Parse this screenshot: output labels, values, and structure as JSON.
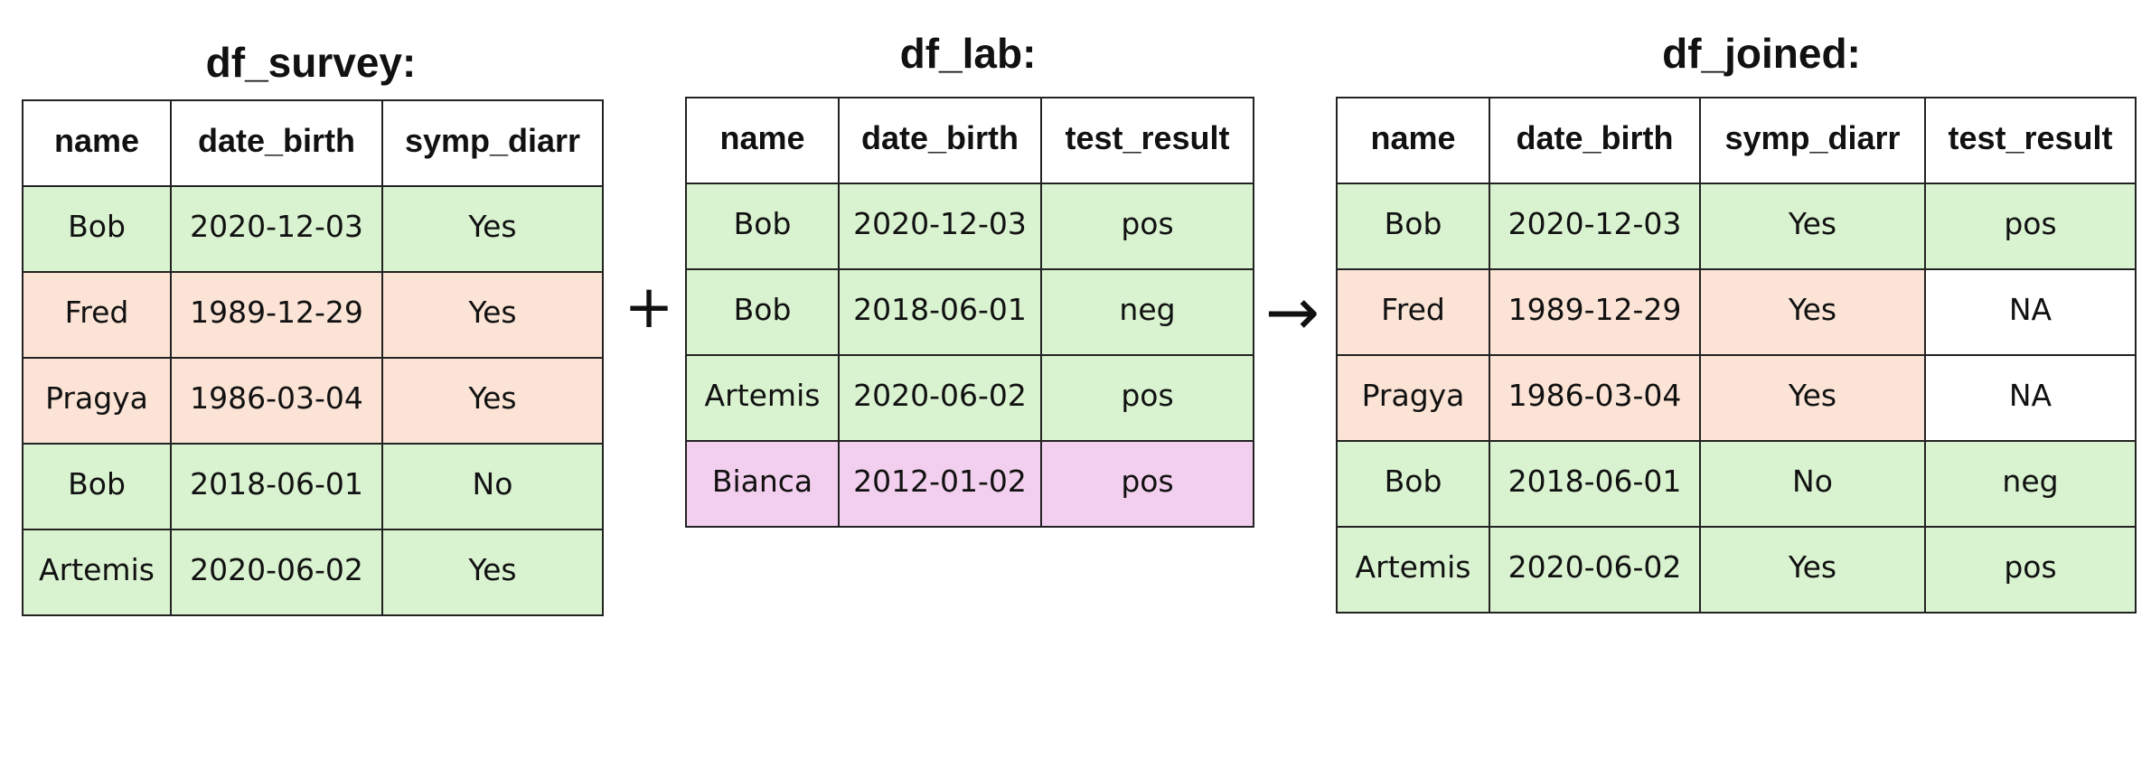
{
  "colors": {
    "match": "#d9f2d0",
    "unmatched_survey": "#fbe3d6",
    "unmatched_lab": "#f2cfee",
    "blank": "#ffffff",
    "border": "#222222"
  },
  "operators": {
    "plus": "+",
    "arrow": "→"
  },
  "tables": [
    {
      "title": "df_survey:",
      "columns": [
        "name",
        "date_birth",
        "symp_diarr"
      ],
      "rows": [
        {
          "cells": [
            "Bob",
            "2020-12-03",
            "Yes"
          ],
          "fills": [
            "match",
            "match",
            "match"
          ]
        },
        {
          "cells": [
            "Fred",
            "1989-12-29",
            "Yes"
          ],
          "fills": [
            "unmatched_survey",
            "unmatched_survey",
            "unmatched_survey"
          ]
        },
        {
          "cells": [
            "Pragya",
            "1986-03-04",
            "Yes"
          ],
          "fills": [
            "unmatched_survey",
            "unmatched_survey",
            "unmatched_survey"
          ]
        },
        {
          "cells": [
            "Bob",
            "2018-06-01",
            "No"
          ],
          "fills": [
            "match",
            "match",
            "match"
          ]
        },
        {
          "cells": [
            "Artemis",
            "2020-06-02",
            "Yes"
          ],
          "fills": [
            "match",
            "match",
            "match"
          ]
        }
      ]
    },
    {
      "title": "df_lab:",
      "columns": [
        "name",
        "date_birth",
        "test_result"
      ],
      "rows": [
        {
          "cells": [
            "Bob",
            "2020-12-03",
            "pos"
          ],
          "fills": [
            "match",
            "match",
            "match"
          ]
        },
        {
          "cells": [
            "Bob",
            "2018-06-01",
            "neg"
          ],
          "fills": [
            "match",
            "match",
            "match"
          ]
        },
        {
          "cells": [
            "Artemis",
            "2020-06-02",
            "pos"
          ],
          "fills": [
            "match",
            "match",
            "match"
          ]
        },
        {
          "cells": [
            "Bianca",
            "2012-01-02",
            "pos"
          ],
          "fills": [
            "unmatched_lab",
            "unmatched_lab",
            "unmatched_lab"
          ]
        }
      ]
    },
    {
      "title": "df_joined:",
      "columns": [
        "name",
        "date_birth",
        "symp_diarr",
        "test_result"
      ],
      "rows": [
        {
          "cells": [
            "Bob",
            "2020-12-03",
            "Yes",
            "pos"
          ],
          "fills": [
            "match",
            "match",
            "match",
            "match"
          ]
        },
        {
          "cells": [
            "Fred",
            "1989-12-29",
            "Yes",
            "NA"
          ],
          "fills": [
            "unmatched_survey",
            "unmatched_survey",
            "unmatched_survey",
            "blank"
          ]
        },
        {
          "cells": [
            "Pragya",
            "1986-03-04",
            "Yes",
            "NA"
          ],
          "fills": [
            "unmatched_survey",
            "unmatched_survey",
            "unmatched_survey",
            "blank"
          ]
        },
        {
          "cells": [
            "Bob",
            "2018-06-01",
            "No",
            "neg"
          ],
          "fills": [
            "match",
            "match",
            "match",
            "match"
          ]
        },
        {
          "cells": [
            "Artemis",
            "2020-06-02",
            "Yes",
            "pos"
          ],
          "fills": [
            "match",
            "match",
            "match",
            "match"
          ]
        }
      ]
    }
  ]
}
